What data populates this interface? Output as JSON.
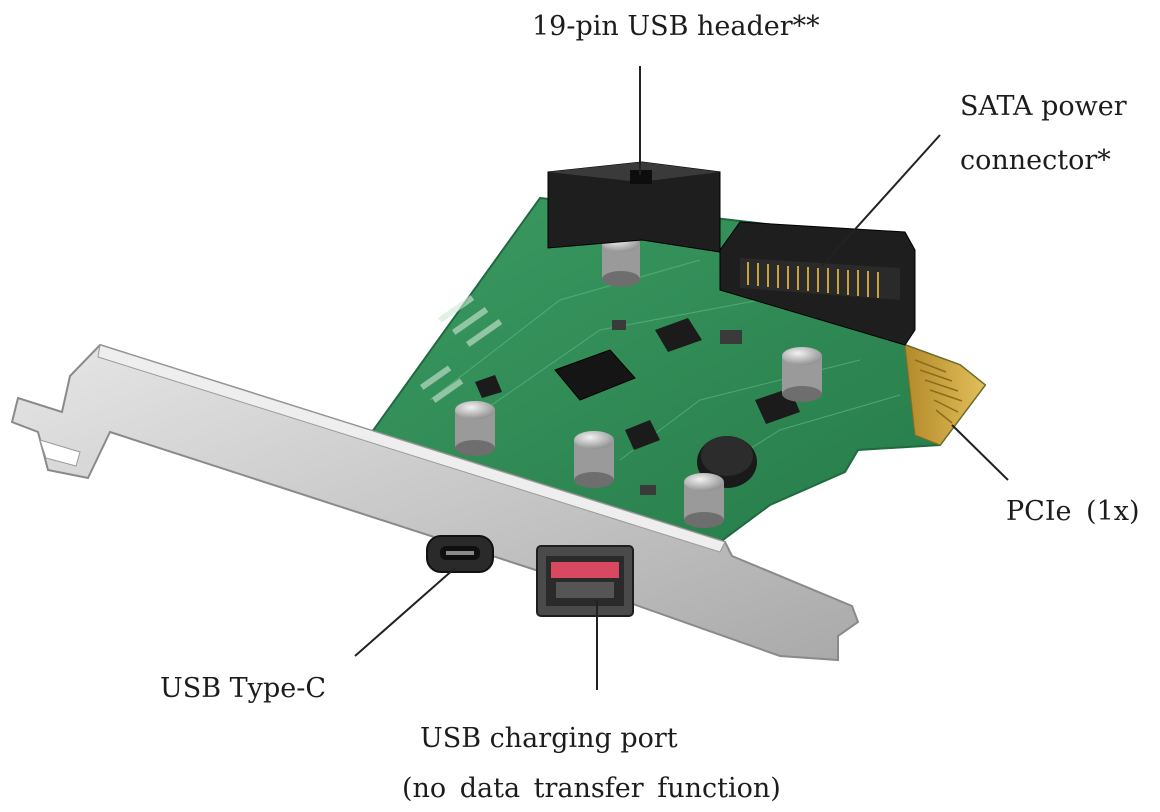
{
  "callouts": {
    "usb_header": "19-pin USB header**",
    "sata_power_line1": "SATA power",
    "sata_power_line2": "connector*",
    "pcie": "PCIe (1x)",
    "usb_type_c": "USB Type-C",
    "charging_port_line1": "USB charging port",
    "charging_port_line2": "(no data transfer function)"
  },
  "colors": {
    "pcb": "#2f8a55",
    "pcb_dark": "#1f6a3e",
    "bracket": "#c9c9c9",
    "bracket_shade": "#9e9e9e",
    "connector": "#1b1b1b",
    "gold_contacts": "#c9a23a",
    "usb_port_inner": "#d84860",
    "leader_line": "#222222"
  }
}
